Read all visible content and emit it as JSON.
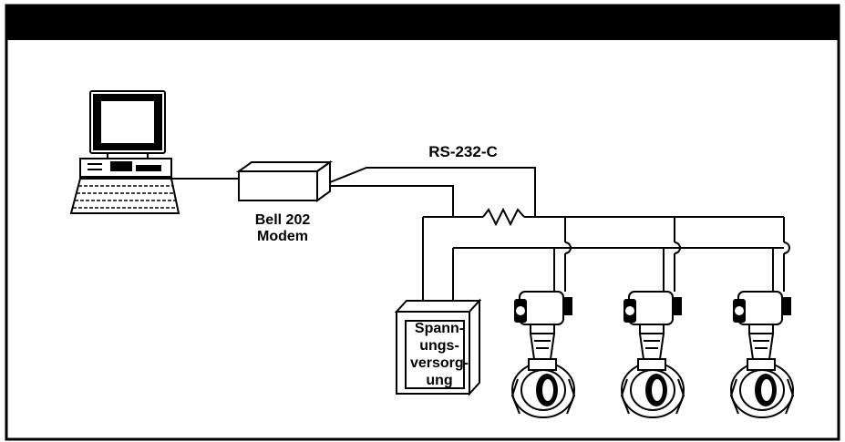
{
  "diagram": {
    "labels": {
      "rs232": "RS-232-C",
      "modem_line1": "Bell 202",
      "modem_line2": "Modem",
      "psu_line1": "Spann-",
      "psu_line2": "ungs-",
      "psu_line3": "versorg-",
      "psu_line4": "ung"
    },
    "colors": {
      "ink": "#000000",
      "header": "#000000",
      "screen": "#ffffff",
      "background": "#ffffff"
    },
    "components": [
      "computer",
      "bell-202-modem",
      "resistor",
      "power-supply",
      "transmitter",
      "transmitter",
      "transmitter"
    ]
  }
}
